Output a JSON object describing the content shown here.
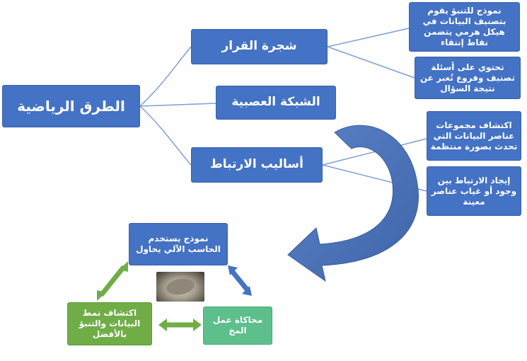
{
  "root": {
    "label": "الطرق الرياضية"
  },
  "branches": [
    {
      "label": "شجرة القرار"
    },
    {
      "label": "الشبكة العصبية"
    },
    {
      "label": "أساليب الارتباط"
    }
  ],
  "details": [
    {
      "text": "نموذج للتنبؤ يقوم بتصنيف البيانات في هيكل هرمي يتضمن نقاط إنتقاء"
    },
    {
      "text": "تحتوي على أسئلة تصنيف وفروع تُعبر عن نتيجة السؤال"
    },
    {
      "text": "اكتشاف مجموعات عناصر البيانات التي تحدث بصورة منتظمة"
    },
    {
      "text": "إيجاد الارتباط بين وجود أو غياب عناصر معينة"
    }
  ],
  "cycle": [
    {
      "text": "نموذج يستخدم الحاسب الآلي يحاول"
    },
    {
      "text": "محاكاة عمل المخ"
    },
    {
      "text": "اكتشاف نمط البيانات والتنبؤ بالأفضل"
    }
  ],
  "colors": {
    "blue": "#4472c4",
    "green": "#70ad47",
    "teal": "#5cbf8c",
    "line": "#7f9fd6"
  }
}
